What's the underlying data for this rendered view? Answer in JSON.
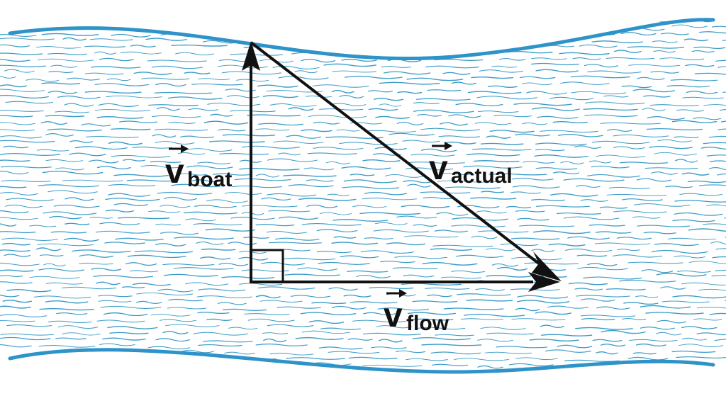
{
  "diagram": {
    "colors": {
      "water_line": "#3a9bc6",
      "bank": "#2e93c8",
      "vector": "#111111",
      "background": "#ffffff"
    },
    "vectors": {
      "boat": {
        "symbol": "v",
        "subscript": "boat"
      },
      "flow": {
        "symbol": "v",
        "subscript": "flow"
      },
      "actual": {
        "symbol": "v",
        "subscript": "actual"
      }
    },
    "right_angle_marker": true
  }
}
